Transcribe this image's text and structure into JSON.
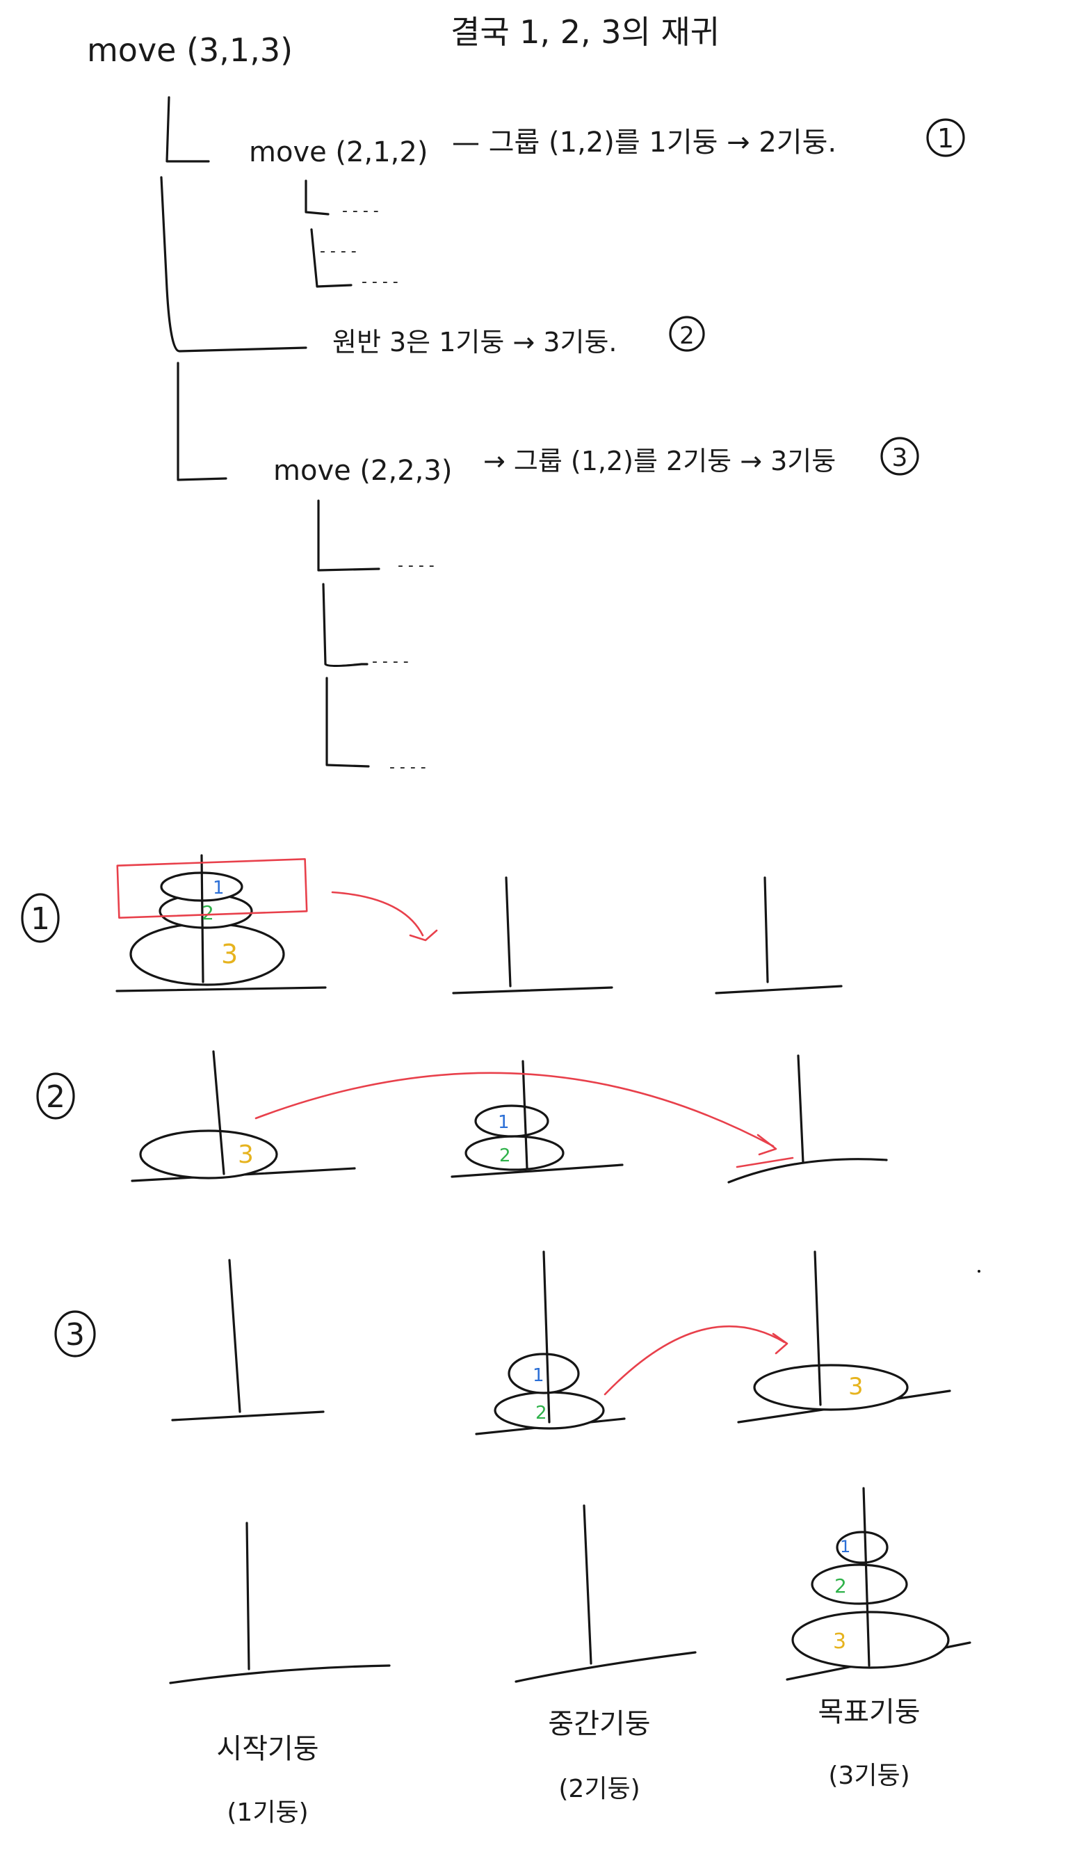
{
  "header": {
    "root_call": "move (3,1,3)",
    "note": "결국  1, 2, 3의  재귀"
  },
  "tree": {
    "call1": {
      "call": "move (2,1,2)",
      "desc": "— 그룹 (1,2)를 1기둥 → 2기둥.",
      "step": "1"
    },
    "call2": {
      "desc": "원반 3은  1기둥 → 3기둥.",
      "step": "2"
    },
    "call3": {
      "call": "move (2,2,3)",
      "desc": "→ 그룹 (1,2)를 2기둥 → 3기둥",
      "step": "3"
    },
    "ellipsis": "- - - -"
  },
  "steps": [
    "1",
    "2",
    "3"
  ],
  "disk_labels": {
    "d1": "1",
    "d2": "2",
    "d3": "3"
  },
  "pegs": {
    "start": {
      "name": "시작기둥",
      "num": "(1기둥)"
    },
    "middle": {
      "name": "중간기둥",
      "num": "(2기둥)"
    },
    "goal": {
      "name": "목표기둥",
      "num": "(3기둥)"
    }
  },
  "colors": {
    "ink": "#151515",
    "red": "#e8404b",
    "disk1": "#2b6fd6",
    "disk2": "#2fb24a",
    "disk3": "#e6b31e"
  }
}
